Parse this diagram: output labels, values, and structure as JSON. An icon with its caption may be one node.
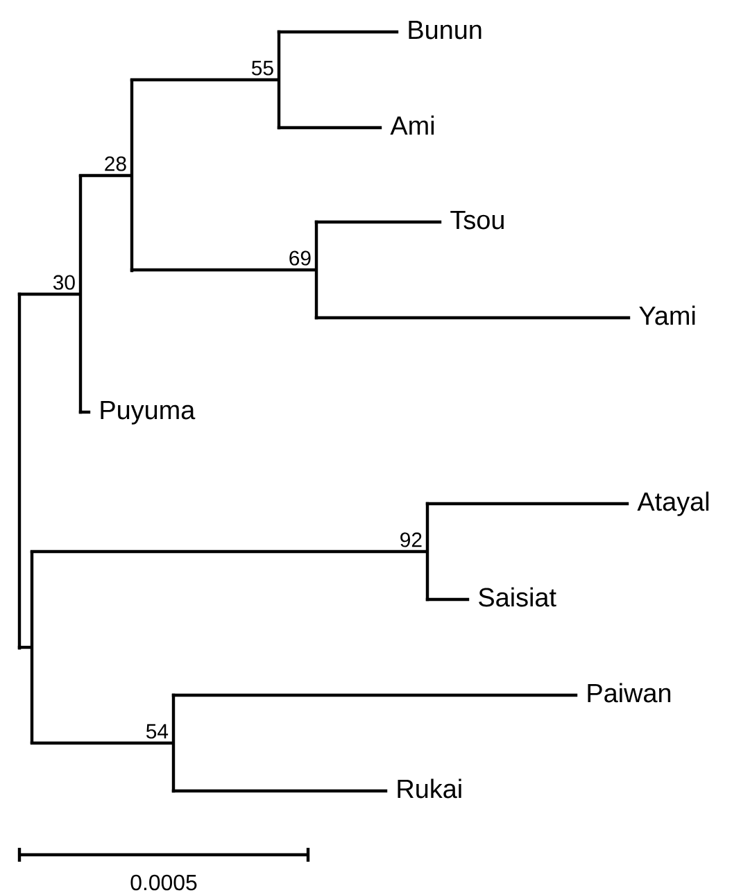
{
  "diagram": {
    "nodes": [
      {
        "text": [],
        "shape": "bar"
      },
      {
        "text": [],
        "shape": "bar",
        "beside": [
          "30"
        ]
      },
      {
        "text": [],
        "shape": "bar",
        "beside": [
          "28"
        ]
      },
      {
        "text": [],
        "shape": "bar",
        "beside": [
          "55"
        ]
      },
      {
        "text": [
          "Bunun"
        ]
      },
      {
        "text": [
          "Ami"
        ]
      },
      {
        "text": [],
        "shape": "bar",
        "beside": [
          "69"
        ]
      },
      {
        "text": [
          "Tsou"
        ]
      },
      {
        "text": [
          "Yami"
        ]
      },
      {
        "text": [
          "Puyuma"
        ]
      },
      {
        "text": [],
        "shape": "bar"
      },
      {
        "text": [],
        "shape": "bar",
        "beside": [
          "92"
        ]
      },
      {
        "text": [
          "Atayal"
        ]
      },
      {
        "text": [
          "Saisiat"
        ]
      },
      {
        "text": [],
        "shape": "bar",
        "beside": [
          "54"
        ]
      },
      {
        "text": [
          "Paiwan"
        ]
      },
      {
        "text": [
          "Rukai"
        ]
      }
    ],
    "edges": [
      {
        "from": 0,
        "to": 1,
        "arrow": "none"
      },
      {
        "from": 0,
        "to": 10,
        "arrow": "none"
      },
      {
        "from": 1,
        "to": 2,
        "arrow": "none"
      },
      {
        "from": 1,
        "to": 9,
        "arrow": "none"
      },
      {
        "from": 2,
        "to": 3,
        "arrow": "none"
      },
      {
        "from": 2,
        "to": 6,
        "arrow": "none"
      },
      {
        "from": 3,
        "to": 4,
        "arrow": "none"
      },
      {
        "from": 3,
        "to": 5,
        "arrow": "none"
      },
      {
        "from": 6,
        "to": 7,
        "arrow": "none"
      },
      {
        "from": 6,
        "to": 8,
        "arrow": "none"
      },
      {
        "from": 10,
        "to": 11,
        "arrow": "none"
      },
      {
        "from": 10,
        "to": 14,
        "arrow": "none"
      },
      {
        "from": 11,
        "to": 12,
        "arrow": "none"
      },
      {
        "from": 11,
        "to": 13,
        "arrow": "none"
      },
      {
        "from": 14,
        "to": 15,
        "arrow": "none"
      },
      {
        "from": 14,
        "to": 16,
        "arrow": "none"
      }
    ],
    "labels": [
      "0.0005"
    ]
  }
}
